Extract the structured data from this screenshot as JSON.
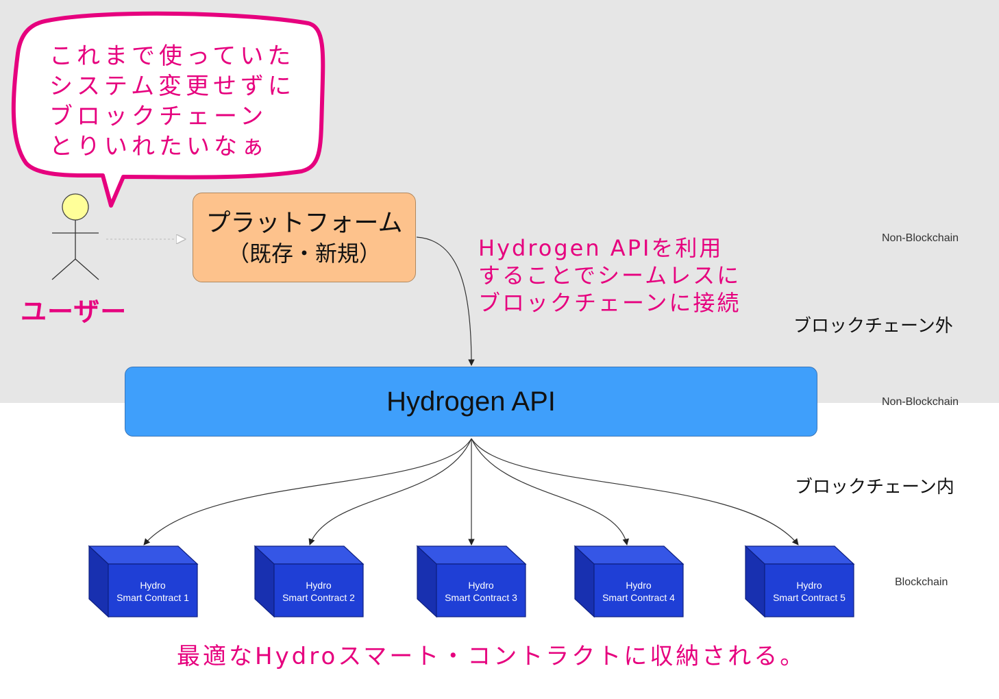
{
  "speech_bubble": {
    "lines": [
      "これまで使っていた",
      "システム変更せずに",
      "ブロックチェーン",
      "とりいれたいなぁ"
    ]
  },
  "user": {
    "label": "ユーザー"
  },
  "platform": {
    "line1": "プラットフォーム",
    "line2": "（既存・新規）"
  },
  "api_note": {
    "lines": [
      "Hydrogen APIを利用",
      "することでシームレスに",
      "ブロックチェーンに接続"
    ]
  },
  "api": {
    "label": "Hydrogen API"
  },
  "zones": {
    "non_blockchain_1": "Non-Blockchain",
    "outside": "ブロックチェーン外",
    "non_blockchain_2": "Non-Blockchain",
    "inside": "ブロックチェーン内",
    "blockchain": "Blockchain"
  },
  "contracts": [
    {
      "line1": "Hydro",
      "line2": "Smart Contract 1"
    },
    {
      "line1": "Hydro",
      "line2": "Smart Contract 2"
    },
    {
      "line1": "Hydro",
      "line2": "Smart Contract 3"
    },
    {
      "line1": "Hydro",
      "line2": "Smart Contract 4"
    },
    {
      "line1": "Hydro",
      "line2": "Smart Contract 5"
    }
  ],
  "bottom_note": "最適なHydroスマート・コントラクトに収納される。",
  "colors": {
    "accent_pink": "#e6007e",
    "platform_fill": "#fdc28c",
    "api_fill": "#3f9ffb",
    "cube_front": "#1f3fd6",
    "band_gray": "#e6e6e6"
  }
}
